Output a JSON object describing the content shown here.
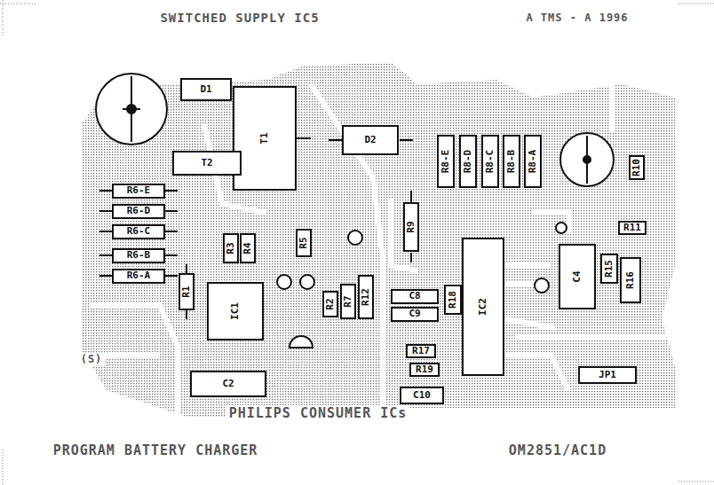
{
  "diagram": {
    "nodes": [
      {
        "text": [
          "D1"
        ]
      },
      {
        "text": [
          "T1"
        ]
      },
      {
        "text": [
          "D2"
        ]
      },
      {
        "text": [
          "T2"
        ]
      },
      {
        "text": [
          "R8-E"
        ]
      },
      {
        "text": [
          "R8-D"
        ]
      },
      {
        "text": [
          "R8-C"
        ]
      },
      {
        "text": [
          "R8-B"
        ]
      },
      {
        "text": [
          "R8-A"
        ]
      },
      {
        "text": [
          "R10"
        ]
      },
      {
        "text": [
          "R6-E"
        ]
      },
      {
        "text": [
          "R6-D"
        ]
      },
      {
        "text": [
          "R6-C"
        ]
      },
      {
        "text": [
          "R6-B"
        ]
      },
      {
        "text": [
          "R6-A"
        ]
      },
      {
        "text": [
          "R9"
        ]
      },
      {
        "text": [
          "R11"
        ]
      },
      {
        "text": [
          "R3"
        ]
      },
      {
        "text": [
          "R4"
        ]
      },
      {
        "text": [
          "R5"
        ]
      },
      {
        "text": [
          "C4"
        ]
      },
      {
        "text": [
          "R15"
        ]
      },
      {
        "text": [
          "R16"
        ]
      },
      {
        "text": [
          "IC2"
        ]
      },
      {
        "text": [
          "R1"
        ]
      },
      {
        "text": [
          "IC1"
        ]
      },
      {
        "text": [
          "R2"
        ]
      },
      {
        "text": [
          "R7"
        ]
      },
      {
        "text": [
          "R12"
        ]
      },
      {
        "text": [
          "C8"
        ]
      },
      {
        "text": [
          "C9"
        ]
      },
      {
        "text": [
          "R18"
        ]
      },
      {
        "text": [
          "R17"
        ]
      },
      {
        "text": [
          "R19"
        ]
      },
      {
        "text": [
          "JP1"
        ]
      },
      {
        "text": [
          "C2"
        ]
      },
      {
        "text": [
          "C10"
        ]
      }
    ],
    "labels": [
      "SWITCHED SUPPLY IC5",
      "A TMS - A 1996",
      "(S)",
      "PHILIPS CONSUMER ICs",
      "PROGRAM BATTERY CHARGER",
      "OM2851/AC1D"
    ]
  }
}
